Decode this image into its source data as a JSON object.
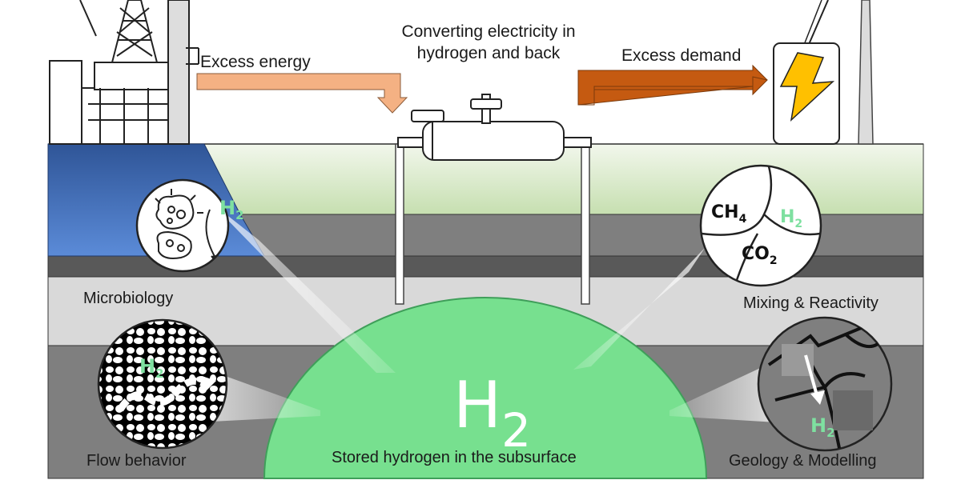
{
  "labels": {
    "excess_energy": "Excess energy",
    "converting_line1": "Converting electricity in",
    "converting_line2": "hydrogen and back",
    "excess_demand": "Excess demand",
    "microbiology": "Microbiology",
    "mixing_reactivity": "Mixing & Reactivity",
    "flow_behavior": "Flow behavior",
    "geology_modelling": "Geology & Modelling",
    "stored_hydrogen": "Stored hydrogen in the subsurface"
  },
  "chem": {
    "h2_symbol": "H",
    "h2_sub": "2",
    "ch4_symbol": "CH",
    "ch4_sub": "4",
    "co2_symbol": "CO",
    "co2_sub": "2"
  },
  "colors": {
    "hydrogen_green": "#77e08f",
    "h2_label_green": "#7ee0a0",
    "excess_energy_arrow": "#f4b183",
    "excess_demand_arrow": "#c55a11",
    "sea_blue": "#2f5597",
    "lightning_yellow": "#ffc000"
  }
}
